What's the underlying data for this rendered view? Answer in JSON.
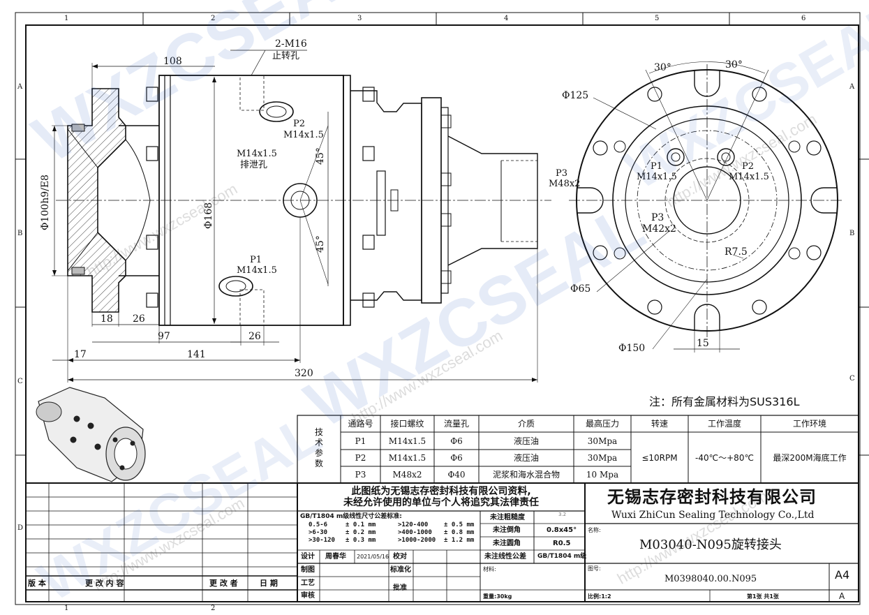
{
  "zones": {
    "columns": [
      "1",
      "2",
      "3",
      "4",
      "5",
      "6"
    ],
    "rows": [
      "A",
      "B",
      "C",
      "D"
    ],
    "bottom_columns": [
      "1",
      "2"
    ]
  },
  "watermark": {
    "logo": "WXZCSEAL",
    "url": "http://www.wxzcseal.com"
  },
  "side_view": {
    "dim_108": "108",
    "dim_2m16": "2-M16",
    "dim_stop_hole": "止转孔",
    "dim_phi100": "Φ100h9/E8",
    "dim_phi168": "Φ168",
    "p2_label": "P2",
    "p2_thread": "M14x1.5",
    "drain_thread": "M14x1.5",
    "drain_label": "排泄孔",
    "angle_upper": "45°",
    "angle_lower": "45°",
    "p1_label": "P1",
    "p1_thread": "M14x1.5",
    "p3_label": "P3",
    "p3_thread": "M48x2",
    "dim_18": "18",
    "dim_26a": "26",
    "dim_97": "97",
    "dim_26b": "26",
    "dim_17": "17",
    "dim_141": "141",
    "dim_320": "320"
  },
  "front_view": {
    "angle_left": "30°",
    "angle_right": "30°",
    "dim_phi125": "Φ125",
    "p1_label": "P1",
    "p1_thread": "M14x1.5",
    "p2_label": "P2",
    "p2_thread": "M14x1.5",
    "p3_label": "P3",
    "p3_thread": "M42x2",
    "radius": "R7.5",
    "dim_phi65": "Φ65",
    "dim_phi150": "Φ150",
    "dim_15": "15"
  },
  "note": "注：所有金属材料为SUS316L",
  "tech_table": {
    "side_label": [
      "技",
      "术",
      "参",
      "数"
    ],
    "headers": [
      "通路号",
      "接口螺纹",
      "流量孔",
      "介质",
      "最高压力",
      "转速",
      "工作温度",
      "工作环境"
    ],
    "rows": [
      [
        "P1",
        "M14x1.5",
        "Φ6",
        "液压油",
        "30Mpa"
      ],
      [
        "P2",
        "M14x1.5",
        "Φ6",
        "液压油",
        "30Mpa"
      ],
      [
        "P3",
        "M48x2",
        "Φ40",
        "泥浆和海水混合物",
        "10 Mpa"
      ]
    ],
    "speed": "≤10RPM",
    "temp": "-40℃～+80℃",
    "env": "最深200M海底工作"
  },
  "title_block": {
    "copyright_1": "此图纸为无锡志存密封科技有限公司资料,",
    "copyright_2": "未经允许使用的单位与个人将追究其法律责任",
    "tolerance_title": "GB/T1804 m级线性尺寸公差标准:",
    "tolerance_rows": [
      [
        "0.5-6",
        "± 0.1 mm",
        ">120-400",
        "± 0.5 mm"
      ],
      [
        ">6-30",
        "± 0.2 mm",
        ">400-1000",
        "± 0.8 mm"
      ],
      [
        ">30-120",
        "± 0.3 mm",
        ">1000-2000",
        "± 1.2 mm"
      ]
    ],
    "roughness_label": "未注粗糙度",
    "roughness_value": "3.2",
    "chamfer_label": "未注倒角",
    "chamfer_value": "0.8x45°",
    "fillet_label": "未注圆角",
    "fillet_value": "R0.5",
    "linear_tol_label": "未注线性公差",
    "linear_tol_value": "GB/T1804 m级",
    "company_cn": "无锡志存密封科技有限公司",
    "company_en": "Wuxi ZhiCun Sealing Technology Co.,Ltd",
    "name_label": "名称:",
    "part_name": "M03040-N095旋转接头",
    "drawing_no_label": "图号:",
    "drawing_no": "M0398040.00.N095",
    "material_label": "材料:",
    "weight": "重量:30kg",
    "scale": "比例:1:2",
    "sheet_info": "第1张    共1张",
    "paper_size": "A4",
    "paper_size_small": "A",
    "design_label": "设计",
    "designer": "周春华",
    "design_date": "2021/05/16",
    "check_label": "校对",
    "drafting_label": "制图",
    "standardize_label": "标准化",
    "process_label": "工艺",
    "approve_label": "批准",
    "review_label": "审核",
    "rev_headers": [
      "版 本",
      "更   改   内   容",
      "更 改 者",
      "日   期"
    ]
  }
}
